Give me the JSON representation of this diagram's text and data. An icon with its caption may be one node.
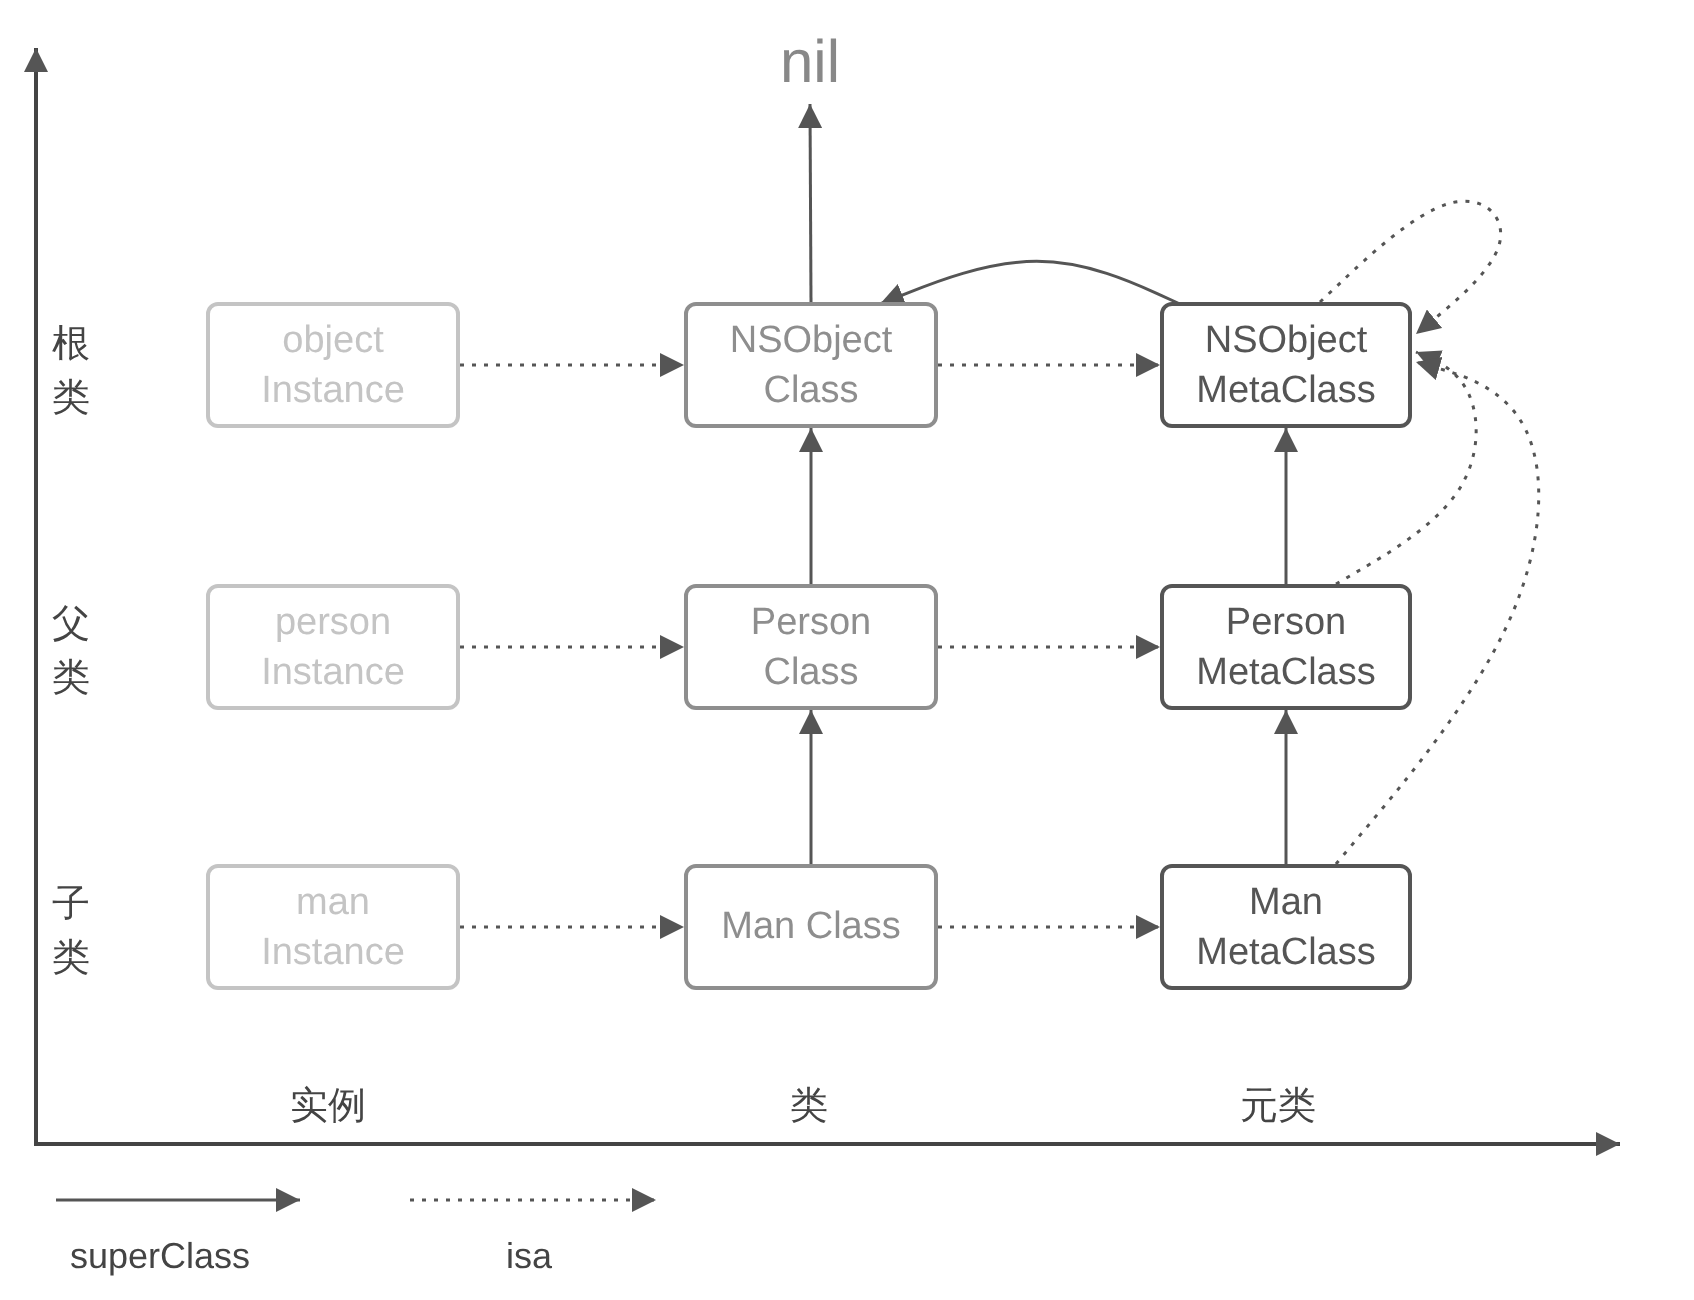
{
  "diagram": {
    "nodes": [
      {
        "text": [
          "nil"
        ]
      },
      {
        "text": [
          "object Instance"
        ]
      },
      {
        "text": [
          "NSObject Class"
        ]
      },
      {
        "text": [
          "NSObject MetaClass"
        ]
      },
      {
        "text": [
          "person Instance"
        ]
      },
      {
        "text": [
          "Person Class"
        ]
      },
      {
        "text": [
          "Person MetaClass"
        ]
      },
      {
        "text": [
          "man Instance"
        ]
      },
      {
        "text": [
          "Man Class"
        ]
      },
      {
        "text": [
          "Man MetaClass"
        ]
      }
    ],
    "edges": [
      {
        "from": 2,
        "to": 0,
        "arrow": "to"
      },
      {
        "from": 1,
        "to": 2,
        "arrow": "to",
        "style": "dashed"
      },
      {
        "from": 2,
        "to": 3,
        "arrow": "to",
        "style": "dashed"
      },
      {
        "from": 3,
        "to": 2,
        "arrow": "to"
      },
      {
        "from": 3,
        "to": 3,
        "arrow": "to",
        "style": "dashed"
      },
      {
        "from": 4,
        "to": 5,
        "arrow": "to",
        "style": "dashed"
      },
      {
        "from": 5,
        "to": 6,
        "arrow": "to",
        "style": "dashed"
      },
      {
        "from": 5,
        "to": 2,
        "arrow": "to"
      },
      {
        "from": 6,
        "to": 3,
        "arrow": "to"
      },
      {
        "from": 6,
        "to": 3,
        "arrow": "to",
        "style": "dashed"
      },
      {
        "from": 7,
        "to": 8,
        "arrow": "to",
        "style": "dashed"
      },
      {
        "from": 8,
        "to": 9,
        "arrow": "to",
        "style": "dashed"
      },
      {
        "from": 8,
        "to": 5,
        "arrow": "to"
      },
      {
        "from": 9,
        "to": 6,
        "arrow": "to"
      },
      {
        "from": 9,
        "to": 3,
        "arrow": "to",
        "style": "dashed"
      }
    ],
    "labels": [
      "根类",
      "父类",
      "子类",
      "实例",
      "类",
      "元类"
    ],
    "legend": [
      {
        "text": "superClass"
      },
      {
        "text": "isa"
      }
    ]
  }
}
